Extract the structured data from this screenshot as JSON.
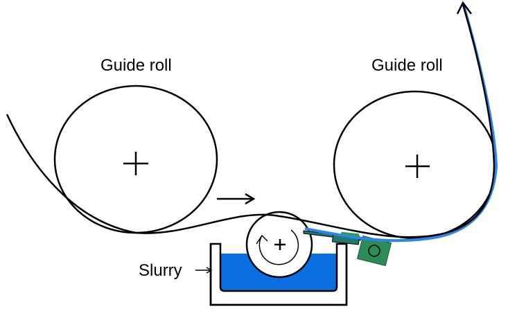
{
  "labels": {
    "left_roll": "Guide roll",
    "right_roll": "Guide roll",
    "slurry": "Slurry"
  },
  "colors": {
    "line": "#000000",
    "slurry_blue": "#0a6fe0",
    "coating_blue": "#2a86e8",
    "blade_green": "#2e8b57",
    "blade_teal": "#1f7a6a",
    "roll_fill": "#ffffff",
    "tank_fill": "#ffffff"
  },
  "icons": {
    "roll_center": "plus-crosshair",
    "rotation": "counterclockwise-arrow",
    "direction": "right-arrow"
  }
}
